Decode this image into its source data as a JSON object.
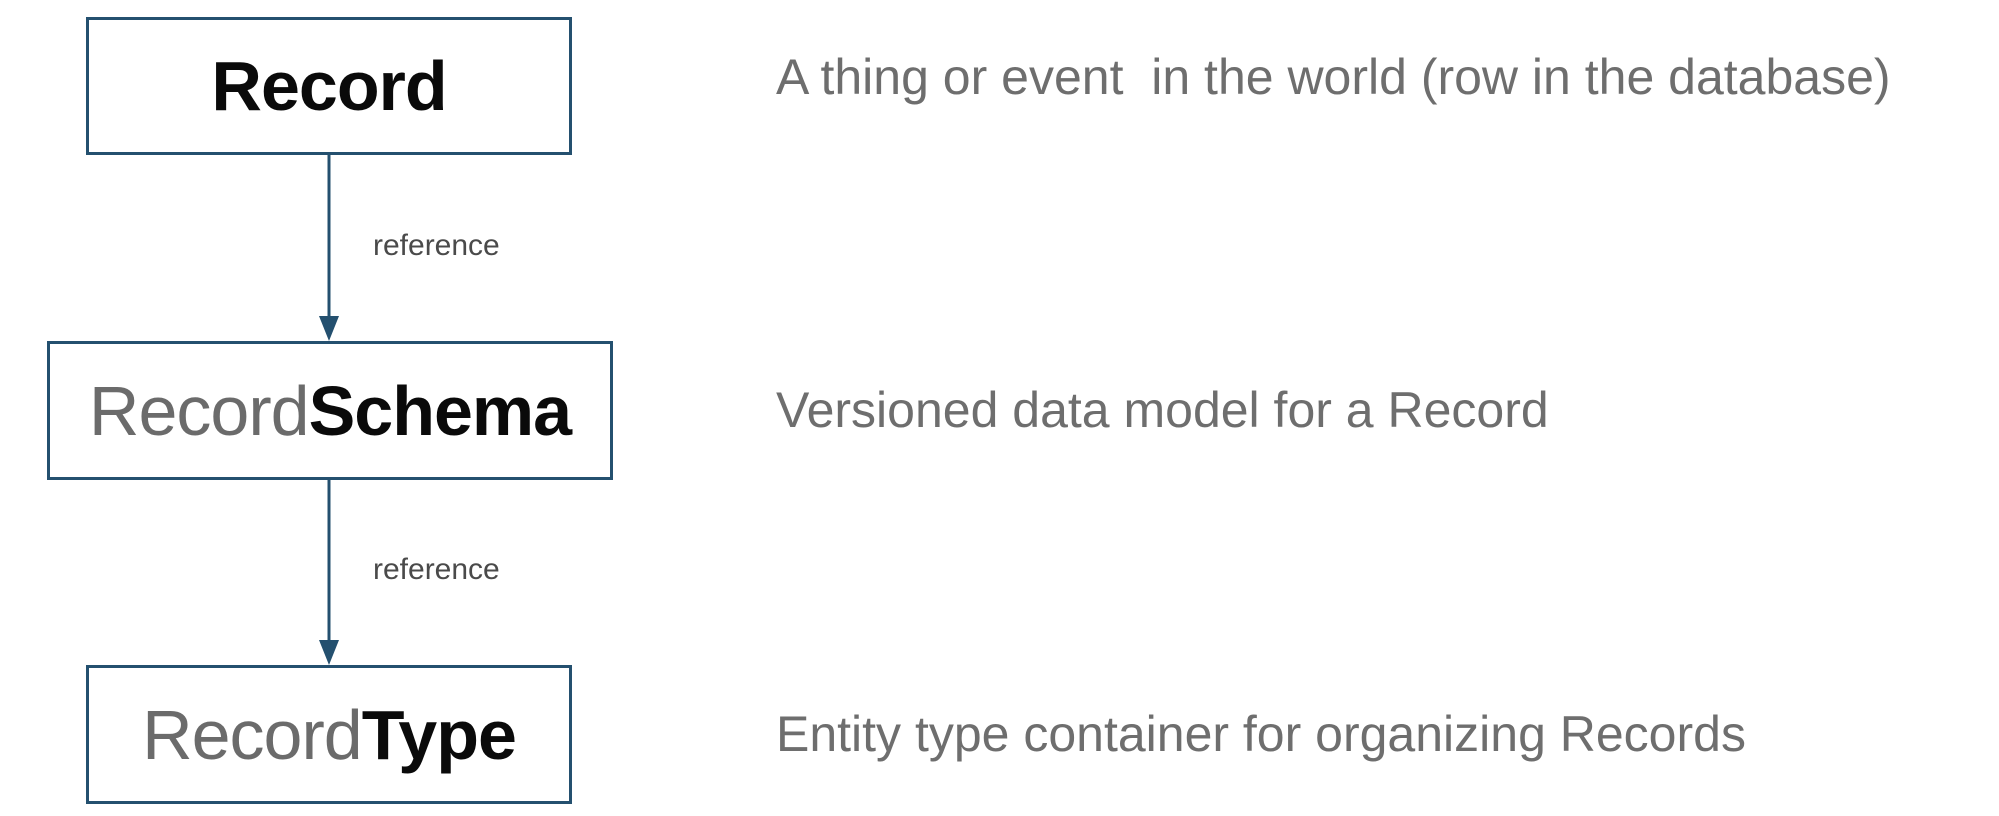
{
  "nodes": {
    "record": {
      "light": "",
      "bold": "Record"
    },
    "schema": {
      "light": "Record",
      "bold": "Schema"
    },
    "type": {
      "light": "Record",
      "bold": "Type"
    }
  },
  "edges": [
    {
      "label": "reference"
    },
    {
      "label": "reference"
    }
  ],
  "descriptions": {
    "record": "A thing or event  in the world (row in the database)",
    "schema": "Versioned data model for a Record",
    "type": "Entity type container for organizing Records"
  },
  "colors": {
    "box_border": "#24506f",
    "arrow": "#24506f",
    "light_text": "#6b6b6b",
    "bold_text": "#0a0a0a",
    "description_text": "#6e6e6e",
    "edge_label_text": "#4a4a4a"
  }
}
